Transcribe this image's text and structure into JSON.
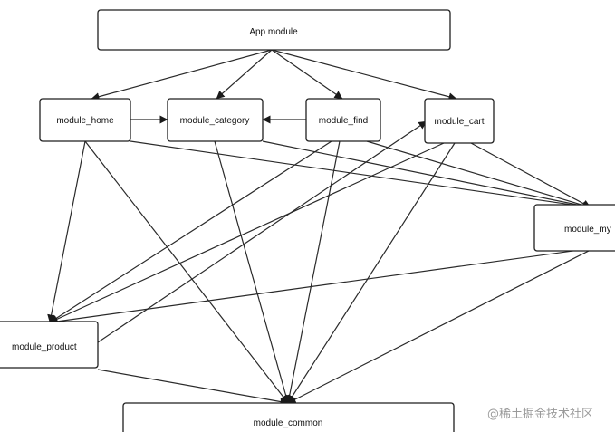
{
  "nodes": {
    "app": {
      "label": "App module"
    },
    "home": {
      "label": "module_home"
    },
    "category": {
      "label": "module_category"
    },
    "find": {
      "label": "module_find"
    },
    "cart": {
      "label": "module_cart"
    },
    "my": {
      "label": "module_my"
    },
    "product": {
      "label": "module_product"
    },
    "common": {
      "label": "module_common"
    }
  },
  "edges": [
    {
      "from": "app",
      "to": "home"
    },
    {
      "from": "app",
      "to": "category"
    },
    {
      "from": "app",
      "to": "find"
    },
    {
      "from": "app",
      "to": "cart"
    },
    {
      "from": "home",
      "to": "category"
    },
    {
      "from": "find",
      "to": "category"
    },
    {
      "from": "home",
      "to": "my"
    },
    {
      "from": "home",
      "to": "product"
    },
    {
      "from": "home",
      "to": "common"
    },
    {
      "from": "category",
      "to": "my"
    },
    {
      "from": "category",
      "to": "common"
    },
    {
      "from": "find",
      "to": "my"
    },
    {
      "from": "find",
      "to": "product"
    },
    {
      "from": "find",
      "to": "common"
    },
    {
      "from": "cart",
      "to": "my"
    },
    {
      "from": "cart",
      "to": "product"
    },
    {
      "from": "cart",
      "to": "common"
    },
    {
      "from": "my",
      "to": "product"
    },
    {
      "from": "my",
      "to": "common"
    },
    {
      "from": "product",
      "to": "cart"
    },
    {
      "from": "product",
      "to": "common"
    }
  ],
  "watermark": "@稀土掘金技术社区"
}
